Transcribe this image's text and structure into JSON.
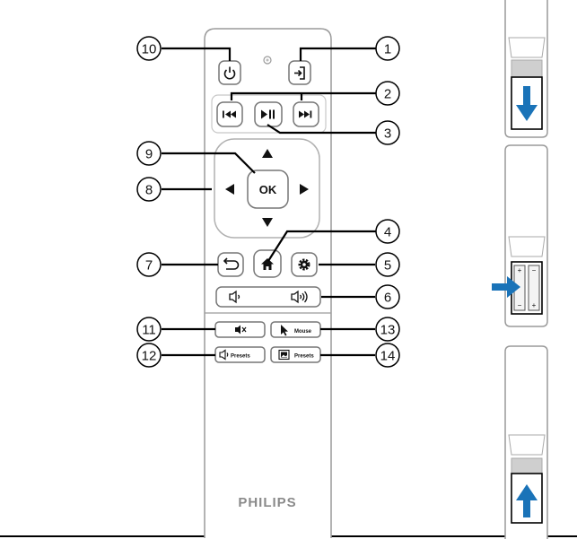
{
  "remote": {
    "brand": "PHILIPS",
    "ok_label": "OK",
    "mouse_label": "Mouse",
    "presets_label_audio": "Presets",
    "presets_label_picture": "Presets"
  },
  "callouts": [
    {
      "num": "1",
      "target": "source-button"
    },
    {
      "num": "2",
      "target": "prev-next-buttons"
    },
    {
      "num": "3",
      "target": "play-pause-button"
    },
    {
      "num": "4",
      "target": "home-button"
    },
    {
      "num": "5",
      "target": "settings-button"
    },
    {
      "num": "6",
      "target": "volume-rocker"
    },
    {
      "num": "7",
      "target": "back-button"
    },
    {
      "num": "8",
      "target": "dpad-left"
    },
    {
      "num": "9",
      "target": "ok-button"
    },
    {
      "num": "10",
      "target": "power-button"
    },
    {
      "num": "11",
      "target": "mute-button"
    },
    {
      "num": "12",
      "target": "audio-presets-button"
    },
    {
      "num": "13",
      "target": "mouse-button"
    },
    {
      "num": "14",
      "target": "picture-presets-button"
    }
  ],
  "battery_steps": [
    {
      "step": "open-cover",
      "arrow": "down"
    },
    {
      "step": "insert-batteries",
      "arrow": "right",
      "polarity_top": "+",
      "polarity_bottom": "−"
    },
    {
      "step": "close-cover",
      "arrow": "up"
    }
  ],
  "colors": {
    "arrow": "#1a73b8",
    "outline": "#9a9a9a",
    "line": "#000000"
  }
}
